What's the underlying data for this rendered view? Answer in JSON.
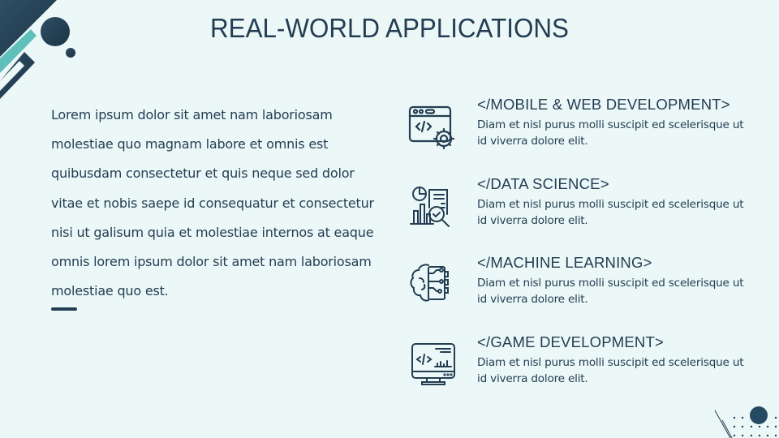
{
  "title": "REAL-WORLD APPLICATIONS",
  "paragraph": "Lorem ipsum dolor sit amet nam laboriosam molestiae quo magnam labore et omnis est quibusdam consectetur et quis neque sed dolor vitae et nobis saepe id consequatur et consectetur nisi ut galisum quia et molestiae internos at eaque omnis lorem ipsum dolor sit amet nam laboriosam molestiae quo est.",
  "colors": {
    "background": "#ecf7f8",
    "primary": "#233e52",
    "accent": "#5fbfbb"
  },
  "items": [
    {
      "icon": "web-code-gear-icon",
      "title": "</MOBILE & WEB DEVELOPMENT>",
      "desc": "Diam et nisl purus molli suscipit ed scelerisque ut id viverra dolore elit."
    },
    {
      "icon": "data-analysis-icon",
      "title": "</DATA SCIENCE>",
      "desc": "Diam et nisl purus molli suscipit ed scelerisque ut id viverra dolore elit."
    },
    {
      "icon": "brain-circuit-icon",
      "title": "</MACHINE LEARNING>",
      "desc": "Diam et nisl purus molli suscipit ed scelerisque ut id viverra dolore elit."
    },
    {
      "icon": "monitor-code-icon",
      "title": "</GAME DEVELOPMENT>",
      "desc": "Diam et nisl purus molli suscipit ed scelerisque ut id viverra dolore elit."
    }
  ]
}
